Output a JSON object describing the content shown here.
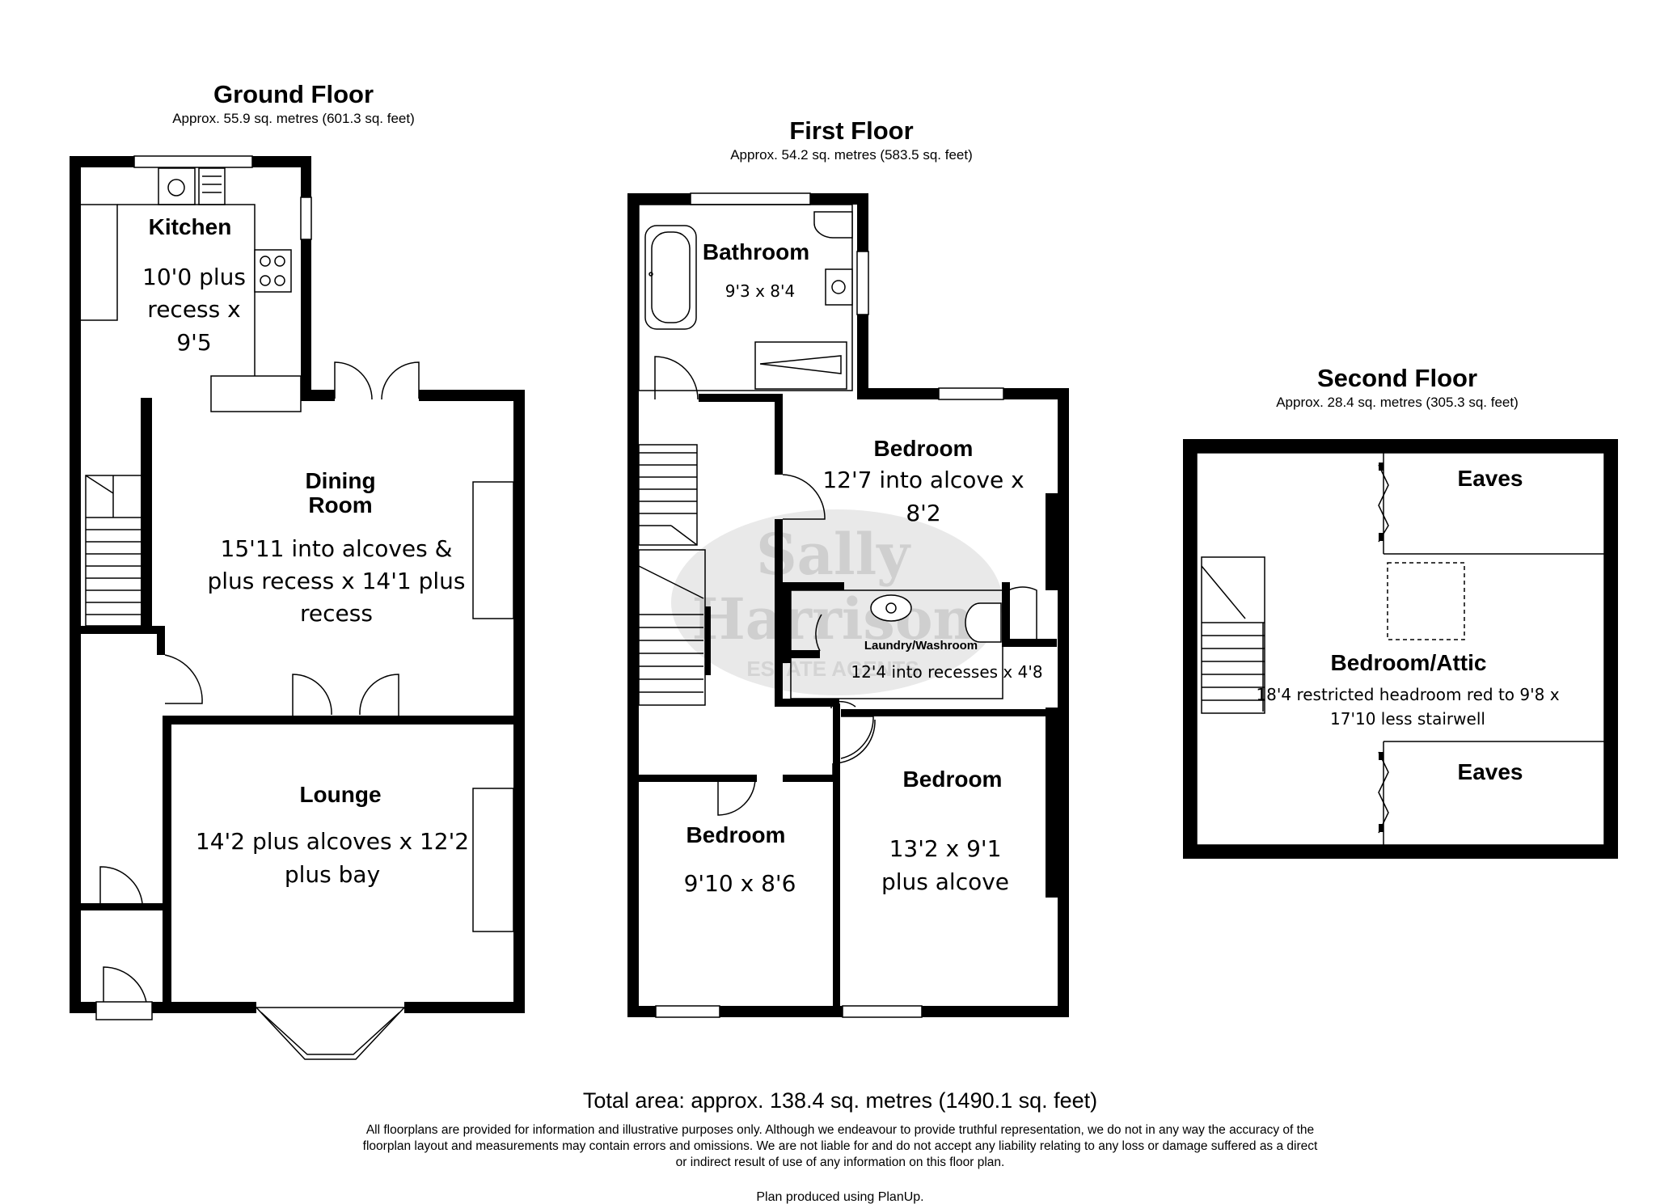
{
  "ground_floor": {
    "title": "Ground Floor",
    "area": "Approx. 55.9 sq. metres (601.3 sq. feet)",
    "rooms": {
      "kitchen": {
        "name": "Kitchen",
        "dim": [
          "10'0 plus",
          "recess x",
          "9'5"
        ]
      },
      "dining": {
        "name": [
          "Dining",
          "Room"
        ],
        "dim": [
          "15'11 into alcoves &",
          "plus recess x 14'1 plus",
          "recess"
        ]
      },
      "lounge": {
        "name": "Lounge",
        "dim": [
          "14'2 plus alcoves x 12'2",
          "plus bay"
        ]
      }
    }
  },
  "first_floor": {
    "title": "First Floor",
    "area": "Approx. 54.2 sq. metres (583.5 sq. feet)",
    "rooms": {
      "bathroom": {
        "name": "Bathroom",
        "dim": "9'3 x 8'4"
      },
      "bedroom_back": {
        "name": "Bedroom",
        "dim": [
          "12'7 into alcove x",
          "8'2"
        ]
      },
      "laundry": {
        "name": "Laundry/Washroom",
        "dim": "12'4 into recesses x 4'8"
      },
      "bedroom_small": {
        "name": "Bedroom",
        "dim": "9'10 x 8'6"
      },
      "bedroom_front": {
        "name": "Bedroom",
        "dim": [
          "13'2 x 9'1",
          "plus alcove"
        ]
      }
    }
  },
  "second_floor": {
    "title": "Second Floor",
    "area": "Approx. 28.4 sq. metres (305.3 sq. feet)",
    "rooms": {
      "eaves_top": {
        "name": "Eaves"
      },
      "attic": {
        "name": "Bedroom/Attic",
        "dim": [
          "18'4 restricted headroom red to 9'8 x",
          "17'10 less stairwell"
        ]
      },
      "eaves_bottom": {
        "name": "Eaves"
      }
    }
  },
  "watermark": {
    "name": [
      "Sally",
      "Harrison"
    ],
    "tagline": "ESTATE AGENTS"
  },
  "total_area": "Total area: approx. 138.4 sq. metres (1490.1 sq. feet)",
  "disclaimer": [
    "All floorplans are provided for information and illustrative purposes only. Although we endeavour to provide truthful representation, we do not in any way the accuracy of the",
    "floorplan layout and measurements may contain errors and omissions. We are not liable for and do not accept any liability relating to any loss or damage suffered as a direct",
    "or indirect result of use of any information on this floor plan."
  ],
  "credit": "Plan produced using PlanUp.",
  "colors": {
    "wall": "#000000",
    "background": "#ffffff",
    "watermark": "#d0d0d0"
  }
}
